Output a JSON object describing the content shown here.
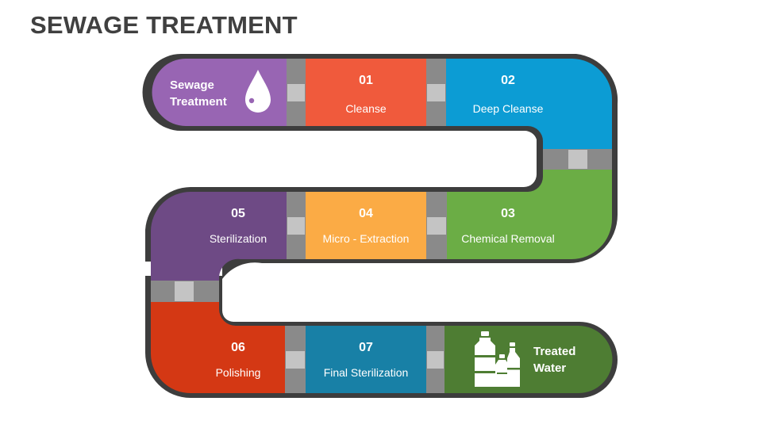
{
  "title": "SEWAGE TREATMENT",
  "start": {
    "line1": "Sewage",
    "line2": "Treatment",
    "icon": "water-drop-icon"
  },
  "end": {
    "line1": "Treated",
    "line2": "Water",
    "icon": "bottles-icon"
  },
  "steps": [
    {
      "num": "01",
      "label": "Cleanse",
      "color": "#F05A3C"
    },
    {
      "num": "02",
      "label": "Deep Cleanse",
      "color": "#0C9CD4"
    },
    {
      "num": "03",
      "label": "Chemical Removal",
      "color": "#6BAD45"
    },
    {
      "num": "04",
      "label": "Micro - Extraction",
      "color": "#FBAB45"
    },
    {
      "num": "05",
      "label": "Sterilization",
      "color": "#6E4A85"
    },
    {
      "num": "06",
      "label": "Polishing",
      "color": "#D43814"
    },
    {
      "num": "07",
      "label": "Final Sterilization",
      "color": "#1880A6"
    }
  ],
  "colors": {
    "start": "#9865B3",
    "end": "#4E7D33",
    "pipe": "#3D3D3D",
    "connector": "#8A8A8A",
    "coupling": "#C4C4C4"
  }
}
